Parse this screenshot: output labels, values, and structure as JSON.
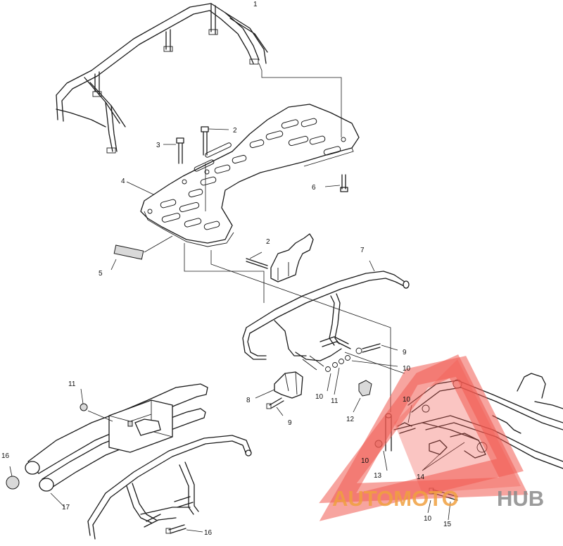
{
  "diagram": {
    "callouts": {
      "c1": "1",
      "c2a": "2",
      "c2b": "2",
      "c3": "3",
      "c4": "4",
      "c5": "5",
      "c6": "6",
      "c7": "7",
      "c8": "8",
      "c9a": "9",
      "c9b": "9",
      "c10a": "10",
      "c10b": "10",
      "c10c": "10",
      "c10d": "10",
      "c10e": "10",
      "c11a": "11",
      "c11b": "11",
      "c12": "12",
      "c13": "13",
      "c14": "14",
      "c15": "15",
      "c16": "16",
      "c16b": "16",
      "c17": "17"
    }
  },
  "watermark": {
    "brand_part1": "AUTOMOTO",
    "brand_part2": "HUB",
    "colors": {
      "triangle": "#f05a50",
      "text_orange": "#f0a040",
      "text_gray": "#8a8a8a"
    }
  }
}
